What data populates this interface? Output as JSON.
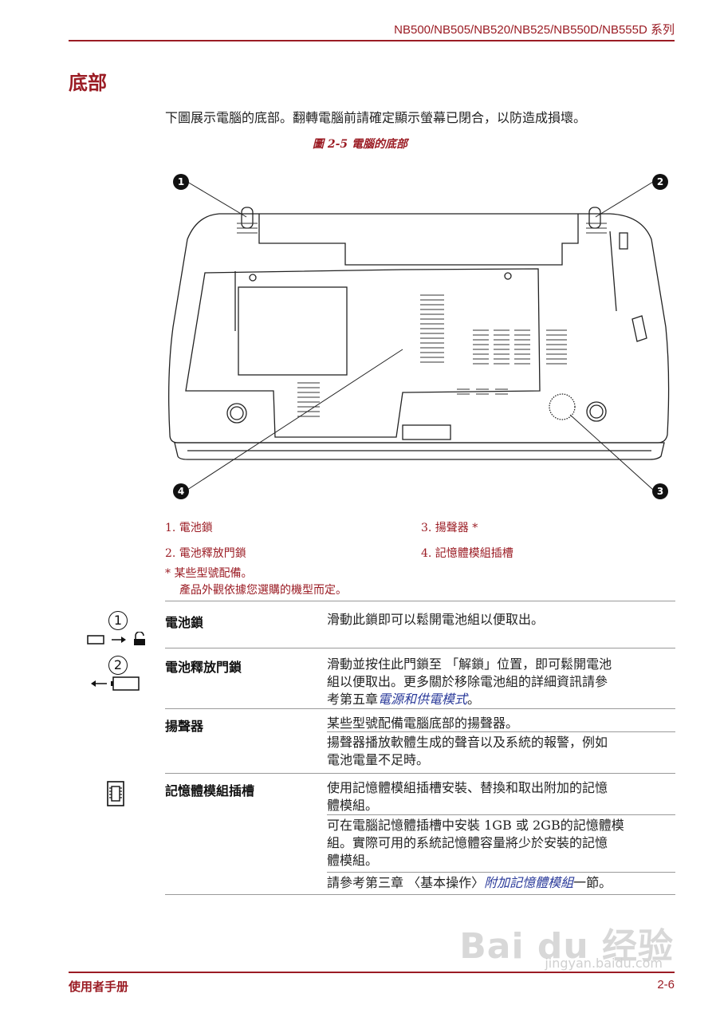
{
  "header": {
    "series": "NB500/NB505/NB520/NB525/NB550D/NB555D 系列"
  },
  "section": {
    "title": "底部"
  },
  "intro": "下圖展示電腦的底部。翻轉電腦前請確定顯示螢幕已閉合，以防造成損壞。",
  "figure": {
    "caption": "圖 2-5 電腦的底部",
    "callouts": [
      "1",
      "2",
      "3",
      "4"
    ]
  },
  "legend": {
    "items": [
      "1. 電池鎖",
      "3. 揚聲器 *",
      "2. 電池釋放門鎖",
      "4. 記憶體模組插槽"
    ],
    "note_line1": "* 某些型號配備。",
    "note_line2": "產品外觀依據您選購的機型而定。"
  },
  "table": {
    "rows": [
      {
        "label": "電池鎖",
        "icon_num": "1",
        "icon": "battery-lock-icon",
        "desc": [
          "滑動此鎖即可以鬆開電池組以便取出。"
        ]
      },
      {
        "label": "電池釋放門鎖",
        "icon_num": "2",
        "icon": "battery-release-icon",
        "desc_parts": [
          "滑動並按住此門鎖至 「解鎖」位置，即可鬆開電池",
          "組以便取出。更多關於移除電池組的詳細資訊請參",
          "考第五章",
          "電源和供電模式",
          "。"
        ]
      },
      {
        "label": "揚聲器",
        "desc": [
          "某些型號配備電腦底部的揚聲器。",
          "揚聲器播放軟體生成的聲音以及系統的報警，例如",
          "電池電量不足時。"
        ]
      },
      {
        "label": "記憶體模組插槽",
        "icon": "memory-chip-icon",
        "desc": [
          "使用記憶體模組插槽安裝、替換和取出附加的記憶",
          "體模組。",
          "可在電腦記憶體插槽中安裝 1GB 或 2GB的記憶體模",
          "組。實際可用的系統記憶體容量將少於安裝的記憶",
          "體模組。"
        ],
        "desc_last": [
          "請參考第三章 〈基本操作〉",
          "附加記憶體模組",
          "一節。"
        ]
      }
    ]
  },
  "footer": {
    "left": "使用者手册",
    "right": "2-6"
  },
  "watermark": {
    "main": "Bai du 经验",
    "sub": "jingyan.baidu.com"
  },
  "colors": {
    "accent": "#9b1c24",
    "link": "#2a3a9a",
    "rule": "#9a9a9a"
  }
}
